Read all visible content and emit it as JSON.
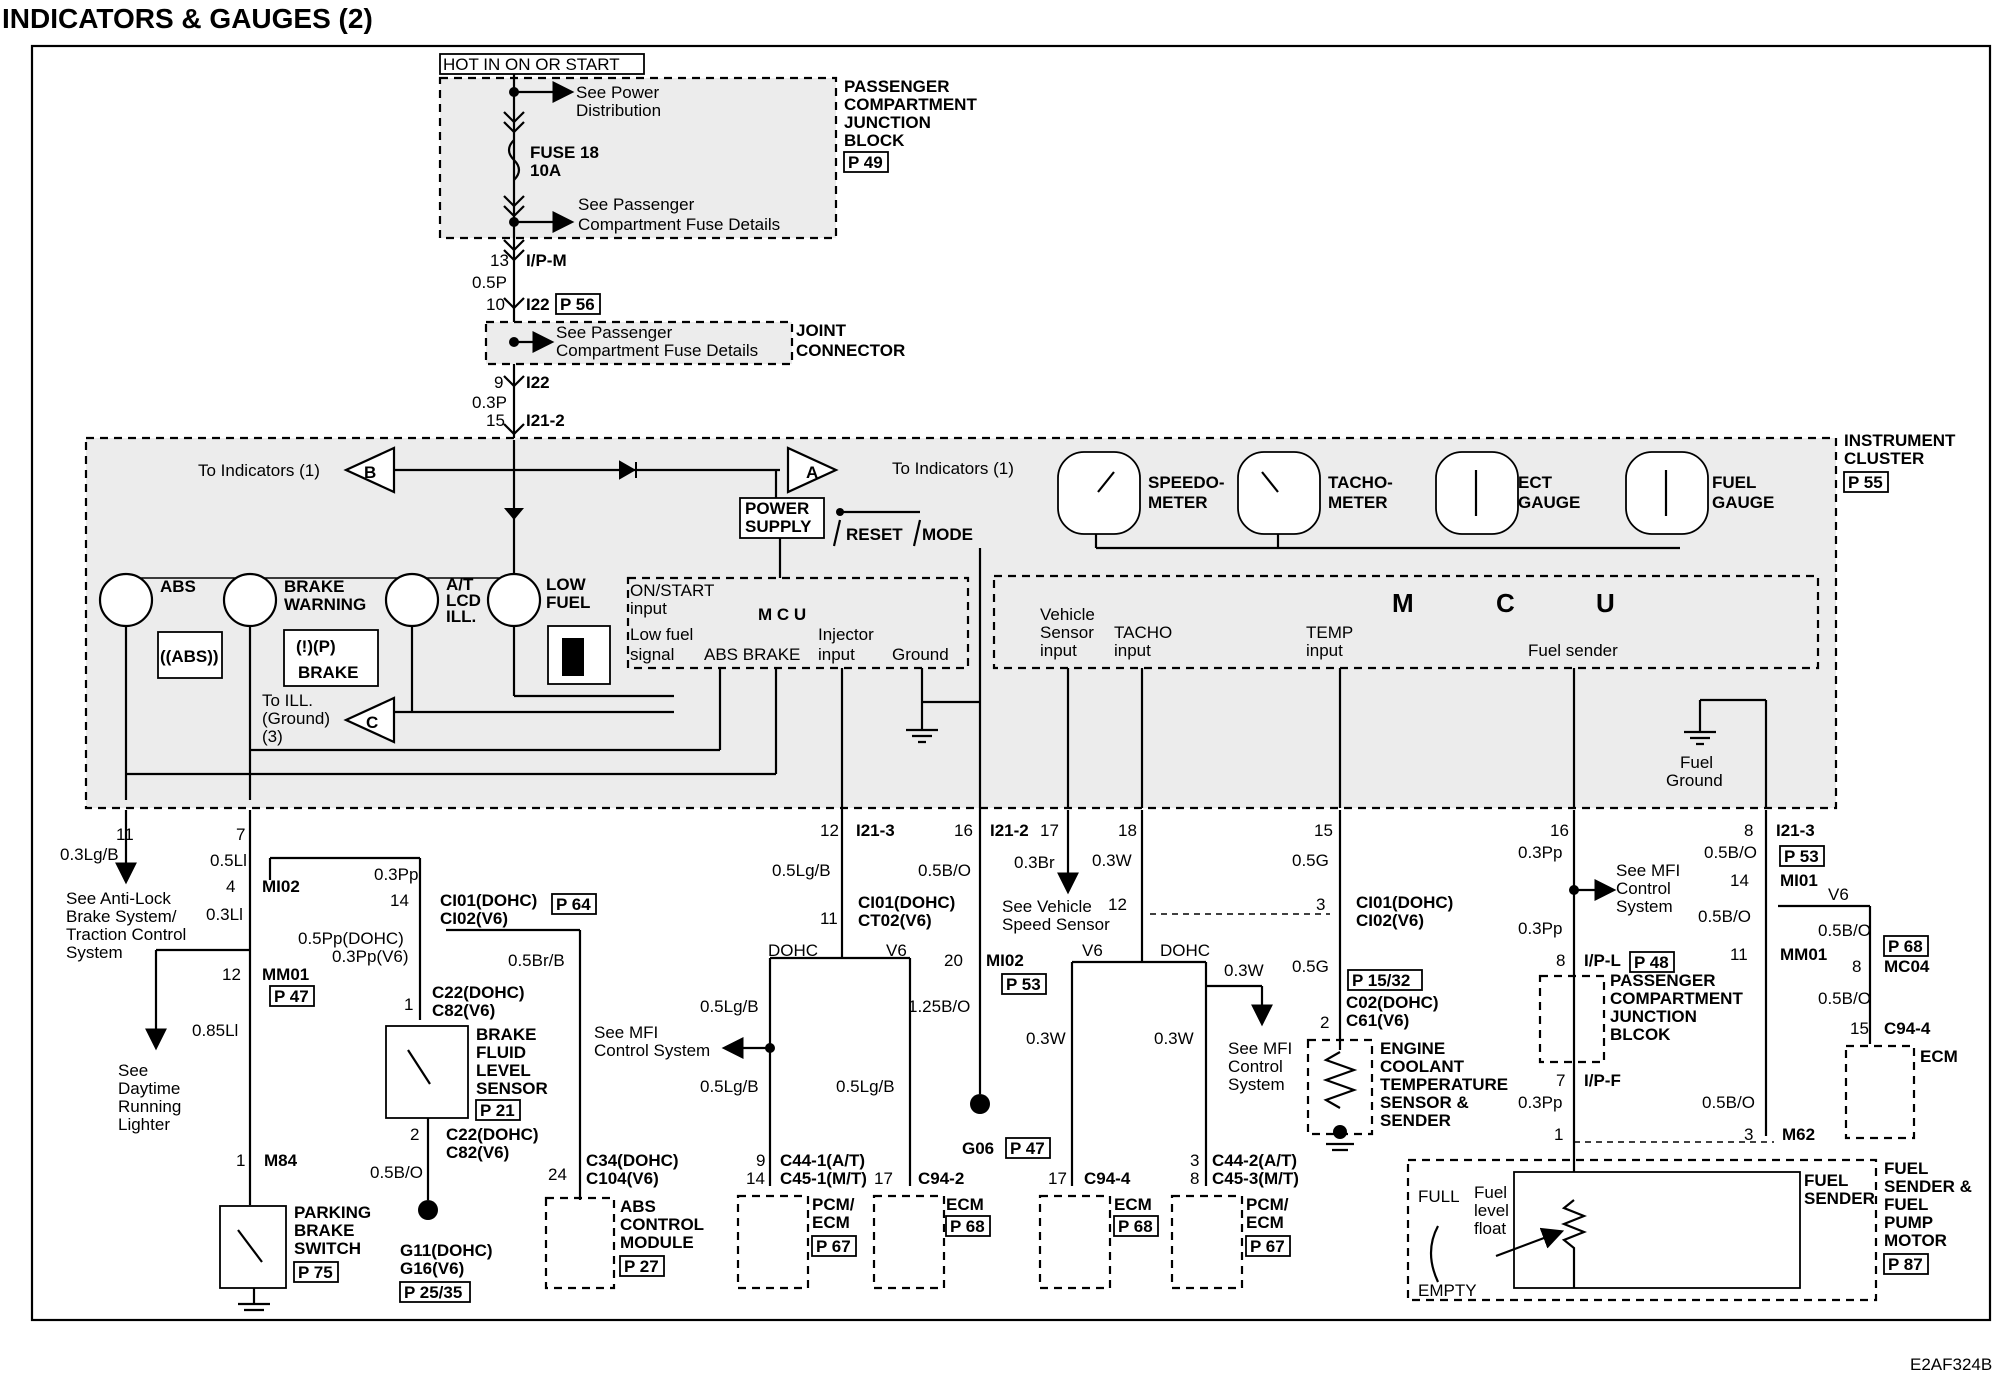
{
  "title": "INDICATORS & GAUGES (2)",
  "image_code": "E2AF324B",
  "power": {
    "hot_label": "HOT IN ON OR START",
    "see_power_1": "See Power",
    "see_power_2": "Distribution",
    "fuse_1": "FUSE 18",
    "fuse_2": "10A",
    "see_pcfd_1": "See Passenger",
    "see_pcfd_2": "Compartment Fuse Details",
    "pcjb_1": "PASSENGER",
    "pcjb_2": "COMPARTMENT",
    "pcjb_3": "JUNCTION",
    "pcjb_4": "BLOCK",
    "pcjb_page": "P 49",
    "pin13": "13",
    "ipm": "I/P-M",
    "wire_05p": "0.5P",
    "pin10": "10",
    "i22": "I22",
    "i22_page": "P 56",
    "jc_see_1": "See Passenger",
    "jc_see_2": "Compartment Fuse Details",
    "jc_1": "JOINT",
    "jc_2": "CONNECTOR",
    "pin9": "9",
    "i22b": "I22",
    "wire_03p": "0.3P",
    "pin15": "15",
    "i21_2": "I21-2"
  },
  "cluster": {
    "label_1": "INSTRUMENT",
    "label_2": "CLUSTER",
    "page": "P 55",
    "to_ind_b": "To Indicators (1)",
    "b": "B",
    "a": "A",
    "to_ind_a": "To  Indicators (1)",
    "power_1": "POWER",
    "power_2": "SUPPLY",
    "reset": "RESET",
    "mode": "MODE",
    "abs": "ABS",
    "brake_1": "BRAKE",
    "brake_2": "WARNING",
    "at_1": "A/T",
    "at_2": "LCD",
    "at_3": "ILL.",
    "low_1": "LOW",
    "low_2": "FUEL",
    "abs_sym": "((ABS))",
    "brake_sym": "(!)(P)",
    "brake_word": "BRAKE",
    "to_ill_1": "To ILL.",
    "to_ill_2": "(Ground)",
    "to_ill_3": "(3)",
    "c": "C",
    "on_start_1": "ON/START",
    "on_start_2": "input",
    "mcu_small": "M C U",
    "low_sig_1": "Low fuel",
    "low_sig_2": "signal",
    "abs_brake": "ABS BRAKE",
    "inj_1": "Injector",
    "inj_2": "input",
    "ground": "Ground",
    "speedo_1": "SPEEDO-",
    "speedo_2": "METER",
    "tacho_1": "TACHO-",
    "tacho_2": "METER",
    "ect_1": "ECT",
    "ect_2": "GAUGE",
    "fuelg_1": "FUEL",
    "fuelg_2": "GAUGE",
    "veh_1": "Vehicle",
    "veh_2": "Sensor",
    "veh_3": "input",
    "tacho_in_1": "TACHO",
    "tacho_in_2": "input",
    "temp_1": "TEMP",
    "temp_2": "input",
    "m": "M",
    "cc": "C",
    "u": "U",
    "fuel_sender": "Fuel sender",
    "fuel_gnd_1": "Fuel",
    "fuel_gnd_2": "Ground"
  },
  "bottom": {
    "pin11": "11",
    "w11": "0.3Lg/B",
    "see_abs_1": "See Anti-Lock",
    "see_abs_2": "Brake System/",
    "see_abs_3": "Traction Control",
    "see_abs_4": "System",
    "pin7": "7",
    "w7": "0.5Ll",
    "pin4": "4",
    "mi02": "MI02",
    "w4": "0.3Ll",
    "pin12a": "12",
    "mm01a": "MM01",
    "p47a": "P 47",
    "w085": "0.85Ll",
    "see_drl_1": "See",
    "see_drl_2": "Daytime",
    "see_drl_3": "Running",
    "see_drl_4": "Lighter",
    "pin1a": "1",
    "m84": "M84",
    "park_1": "PARKING",
    "park_2": "BRAKE",
    "park_3": "SWITCH",
    "p75": "P 75",
    "w03pp": "0.3Pp",
    "pin14a": "14",
    "ci01a": "CI01(DOHC)",
    "ci02a": "CI02(V6)",
    "p64": "P 64",
    "w05pp_1": "0.5Pp(DOHC)",
    "w05pp_2": "0.3Pp(V6)",
    "w05brb": "0.5Br/B",
    "pin1b": "1",
    "c22a_1": "C22(DOHC)",
    "c22a_2": "C82(V6)",
    "bfl_1": "BRAKE",
    "bfl_2": "FLUID",
    "bfl_3": "LEVEL",
    "bfl_4": "SENSOR",
    "p21": "P 21",
    "pin2a": "2",
    "c22b_1": "C22(DOHC)",
    "c22b_2": "C82(V6)",
    "w05bo": "0.5B/O",
    "g11_1": "G11(DOHC)",
    "g11_2": "G16(V6)",
    "p2535": "P 25/35",
    "pin24": "24",
    "c34_1": "C34(DOHC)",
    "c34_2": "C104(V6)",
    "absm_1": "ABS",
    "absm_2": "CONTROL",
    "absm_3": "MODULE",
    "p27": "P 27",
    "pin12b": "12",
    "i21_3a": "I21-3",
    "w05lgb": "0.5Lg/B",
    "pin11b": "11",
    "ci01b_1": "CI01(DOHC)",
    "ci01b_2": "CT02(V6)",
    "dohc_a": "DOHC",
    "v6_a": "V6",
    "w05lgb2": "0.5Lg/B",
    "see_mfi_a_1": "See MFI",
    "see_mfi_a_2": "Control System",
    "w05lgb3": "0.5Lg/B",
    "w05lgb4": "0.5Lg/B",
    "w125bo": "1.25B/O",
    "pin9c": "9",
    "c44_1a": "C44-1(A/T)",
    "pin14c": "14",
    "c45_1m": "C45-1(M/T)",
    "pin17c": "17",
    "c94_2": "C94-2",
    "pcm_1": "PCM/",
    "pcm_2": "ECM",
    "p67a": "P 67",
    "ecm_a": "ECM",
    "p68a": "P 68",
    "pin16a": "16",
    "i21_2b": "I21-2",
    "w05bo2": "0.5B/O",
    "pin20": "20",
    "mi02b": "MI02",
    "p53a": "P 53",
    "g06": "G06",
    "p47b": "P 47",
    "pin17d": "17",
    "w03br": "0.3Br",
    "see_vss_1": "See Vehicle",
    "see_vss_2": "Speed Sensor",
    "pin18": "18",
    "w03w": "0.3W",
    "pin12c": "12",
    "v6_b": "V6",
    "dohc_b": "DOHC",
    "w03w2": "0.3W",
    "w03w3": "0.3W",
    "w03w4": "0.3W",
    "see_mfi_b_1": "See MFI",
    "see_mfi_b_2": "Control",
    "see_mfi_b_3": "System",
    "pin17e": "17",
    "c94_4a": "C94-4",
    "ecm_b": "ECM",
    "p68b": "P 68",
    "pin3e": "3",
    "c44_2a": "C44-2(A/T)",
    "pin8e": "8",
    "c45_3m": "C45-3(M/T)",
    "pcm_b_1": "PCM/",
    "pcm_b_2": "ECM",
    "p67b": "P 67",
    "pin15b": "15",
    "w05g": "0.5G",
    "pin3f": "3",
    "ci01c_1": "CI01(DOHC)",
    "ci01c_2": "CI02(V6)",
    "w05g2": "0.5G",
    "p1532": "P 15/32",
    "c02_1": "C02(DOHC)",
    "c02_2": "C61(V6)",
    "pin2f": "2",
    "ect_1": "ENGINE",
    "ect_2": "COOLANT",
    "ect_3": "TEMPERATURE",
    "ect_4": "SENSOR &",
    "ect_5": "SENDER",
    "pin16b": "16",
    "w03pp2": "0.3Pp",
    "see_mfi_c_1": "See MFI",
    "see_mfi_c_2": "Control",
    "see_mfi_c_3": "System",
    "w03pp3": "0.3Pp",
    "pin8g": "8",
    "ipl": "I/P-L",
    "p48": "P 48",
    "pcjb_b_1": "PASSENGER",
    "pcjb_b_2": "COMPARTMENT",
    "pcjb_b_3": "JUNCTION",
    "pcjb_b_4": "BLCOK",
    "pin7g": "7",
    "ipf": "I/P-F",
    "w03pp4": "0.3Pp",
    "pin1g": "1",
    "full": "FULL",
    "fuel_lvl_1": "Fuel",
    "fuel_lvl_2": "level",
    "fuel_lvl_3": "float",
    "empty": "EMPTY",
    "fuel_sender_1": "FUEL",
    "fuel_sender_2": "SENDER",
    "fs_1": "FUEL",
    "fs_2": "SENDER &",
    "fs_3": "FUEL",
    "fs_4": "PUMP",
    "fs_5": "MOTOR",
    "p87": "P 87",
    "pin8h": "8",
    "i21_3b": "I21-3",
    "w05bo3": "0.5B/O",
    "p53b": "P 53",
    "pin14h": "14",
    "mi01": "MI01",
    "w05bo4": "0.5B/O",
    "v6_c": "V6",
    "w05bo5": "0.5B/O",
    "p68c": "P 68",
    "pin11h": "11",
    "mm01b": "MM01",
    "pin8i": "8",
    "mc04": "MC04",
    "w05bo6": "0.5B/O",
    "pin15i": "15",
    "c94_4b": "C94-4",
    "ecm_c": "ECM",
    "w05bo7": "0.5B/O",
    "pin3h": "3",
    "m62": "M62"
  }
}
